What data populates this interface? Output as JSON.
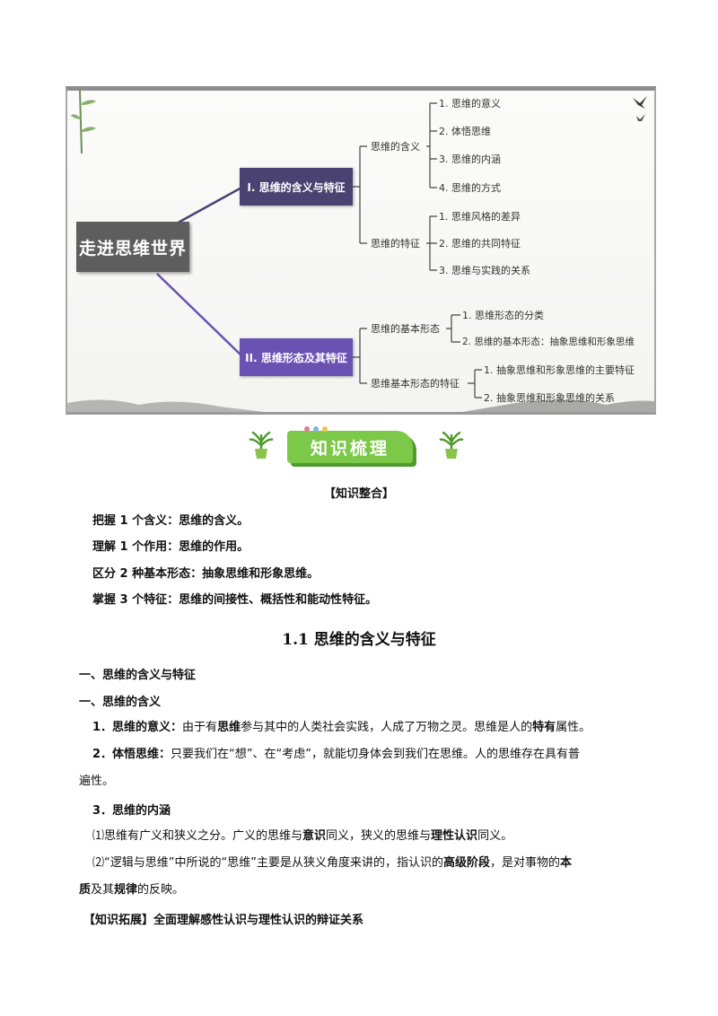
{
  "mindmap": {
    "root": "走进思维世界",
    "branch1": {
      "label": "I. 思维的含义与特征",
      "sub1": {
        "label": "思维的含义",
        "leaves": [
          "1. 思维的意义",
          "2. 体悟思维",
          "3. 思维的内涵",
          "4. 思维的方式"
        ]
      },
      "sub2": {
        "label": "思维的特征",
        "leaves": [
          "1. 思维风格的差异",
          "2. 思维的共同特征",
          "3. 思维与实践的关系"
        ]
      }
    },
    "branch2": {
      "label": "II. 思维形态及其特征",
      "sub1": {
        "label": "思维的基本形态",
        "leaves": [
          "1. 思维形态的分类",
          "2. 思维的基本形态：抽象思维和形象思维"
        ]
      },
      "sub2": {
        "label": "思维基本形态的特征",
        "leaves": [
          "1. 抽象思维和形象思维的主要特征",
          "2. 抽象思维和形象思维的关系"
        ]
      }
    }
  },
  "banner": {
    "label": "知识梳理"
  },
  "integration": {
    "title": "【知识整合】",
    "items": [
      "把握 1 个含义：思维的含义。",
      "理解 1 个作用：思维的作用。",
      "区分 2 种基本形态：抽象思维和形象思维。",
      "掌握 3 个特征：思维的间接性、概括性和能动性特征。"
    ]
  },
  "section": {
    "title": "1.1  思维的含义与特征",
    "h1": "一、思维的含义与特征",
    "h2": "一、思维的含义",
    "p1": {
      "label": "1．思维的意义：",
      "t1": "由于有",
      "k1": "思维",
      "t2": "参与其中的人类社会实践，人成了万物之灵。思维是人的",
      "k2": "特有",
      "t3": "属性。"
    },
    "p2": {
      "label": "2．体悟思维：",
      "line1": "只要我们在“想”、在“考虑”，就能切身体会到我们在思维。人的思维存在具有普",
      "line2": "遍性。"
    },
    "p3": {
      "label": "3．思维的内涵"
    },
    "p4": {
      "t1": "⑴思维有广义和狭义之分。广义的思维与",
      "k1": "意识",
      "t2": "同义，狭义的思维与",
      "k2": "理性认识",
      "t3": "同义。"
    },
    "p5": {
      "t1": "⑵“逻辑与思维”中所说的“思维”主要是从狭义角度来讲的，指认识的",
      "k1": "高级阶段",
      "t2": "，是对事物的",
      "k2": "本",
      "k3": "质",
      "t3": "及其",
      "k4": "规律",
      "t4": "的反映。"
    },
    "extension": "【知识拓展】全面理解感性认识与理性认识的辩证关系"
  }
}
